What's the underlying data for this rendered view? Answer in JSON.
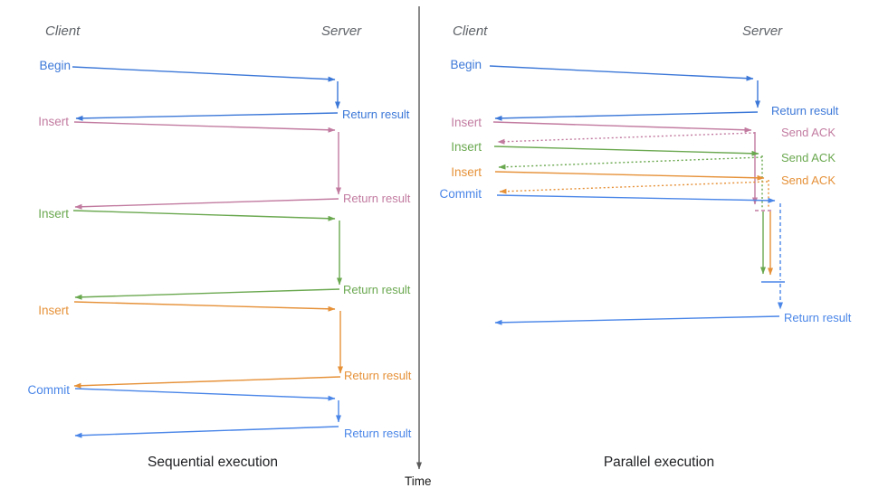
{
  "left_panel": {
    "client_header": "Client",
    "server_header": "Server",
    "title": "Sequential execution",
    "rows": [
      {
        "label": "Begin",
        "result": "Return result",
        "color": "#3c78d8"
      },
      {
        "label": "Insert",
        "result": "Return result",
        "color": "#c27ba0"
      },
      {
        "label": "Insert",
        "result": "Return result",
        "color": "#6aa84f"
      },
      {
        "label": "Insert",
        "result": "Return result",
        "color": "#e69138"
      },
      {
        "label": "Commit",
        "result": "Return result",
        "color": "#4a86e8"
      }
    ]
  },
  "right_panel": {
    "client_header": "Client",
    "server_header": "Server",
    "title": "Parallel execution",
    "rows": [
      {
        "label": "Begin",
        "result": "Return result",
        "color": "#3c78d8"
      },
      {
        "label": "Insert",
        "result": "Send ACK",
        "color": "#c27ba0"
      },
      {
        "label": "Insert",
        "result": "Send ACK",
        "color": "#6aa84f"
      },
      {
        "label": "Insert",
        "result": "Send ACK",
        "color": "#e69138"
      },
      {
        "label": "Commit",
        "result": "Return result",
        "color": "#4a86e8"
      }
    ],
    "final_result": "Return result"
  },
  "time_axis": {
    "label": "Time"
  },
  "colors": {
    "begin_blue": "#3c78d8",
    "commit_blue": "#4a86e8",
    "insert_pink": "#c27ba0",
    "insert_green": "#6aa84f",
    "insert_orange": "#e69138",
    "axis_gray": "#595959",
    "header_gray": "#5f6368"
  }
}
